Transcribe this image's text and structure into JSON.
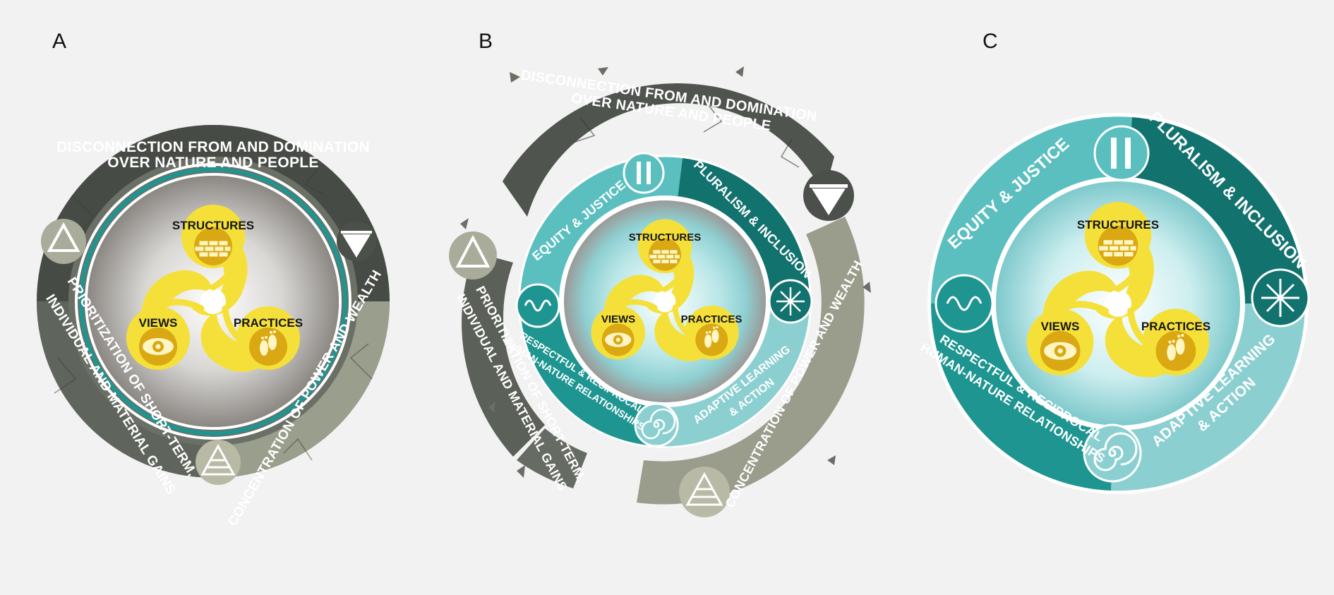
{
  "panels": {
    "a": {
      "label": "A",
      "drivers": {
        "top_line1": "DISCONNECTION FROM AND DOMINATION",
        "top_line2": "OVER NATURE AND PEOPLE",
        "left_line1": "PRIORITIZATION OF SHORT-TERM,",
        "left_line2": "INDIVIDUAL AND MATERIAL GAINS",
        "right": "CONCENTRATION OF POWER AND WEALTH"
      },
      "triskelion": {
        "structures": "STRUCTURES",
        "views": "VIEWS",
        "practices": "PRACTICES"
      }
    },
    "b": {
      "label": "B",
      "drivers": {
        "top_line1": "DISCONNECTION FROM AND DOMINATION",
        "top_line2": "OVER NATURE AND PEOPLE",
        "left_line1": "PRIORITIZATION OF SHORT-TERM,",
        "left_line2": "INDIVIDUAL AND MATERIAL GAINS",
        "right": "CONCENTRATION OF POWER AND WEALTH"
      },
      "principles": {
        "equity": "EQUITY & JUSTICE",
        "pluralism": "PLURALISM & INCLUSION",
        "respect_line1": "RESPECTFUL & RECIPROCAL",
        "respect_line2": "HUMAN-NATURE RELATIONSHIPS",
        "adaptive_line1": "ADAPTIVE LEARNING",
        "adaptive_line2": "& ACTION"
      },
      "triskelion": {
        "structures": "STRUCTURES",
        "views": "VIEWS",
        "practices": "PRACTICES"
      }
    },
    "c": {
      "label": "C",
      "principles": {
        "equity": "EQUITY & JUSTICE",
        "pluralism": "PLURALISM & INCLUSION",
        "respect_line1": "RESPECTFUL & RECIPROCAL",
        "respect_line2": "HUMAN-NATURE RELATIONSHIPS",
        "adaptive_line1": "ADAPTIVE LEARNING",
        "adaptive_line2": "& ACTION"
      },
      "triskelion": {
        "structures": "STRUCTURES",
        "views": "VIEWS",
        "practices": "PRACTICES"
      }
    }
  },
  "colors": {
    "background": "#f2f2f2",
    "driver_dark": "#4f544e",
    "driver_mid": "#6f766c",
    "driver_light": "#a3a693",
    "teal_light": "#5bbfbf",
    "teal_dark": "#12726e",
    "teal_mid": "#1e9590",
    "teal_pale": "#8ccfd1",
    "triskel_yellow": "#f5e03a",
    "triskel_gold": "#d9a812"
  },
  "icons": {
    "a": [
      "triangle-icon",
      "inverted-triangle-icon",
      "pyramid-icon"
    ],
    "b": [
      "triangle-icon",
      "inverted-triangle-icon",
      "pyramid-icon",
      "pillars-icon",
      "compass-star-icon",
      "wave-icon",
      "spiral-icon"
    ],
    "c": [
      "pillars-icon",
      "compass-star-icon",
      "wave-icon",
      "spiral-icon"
    ]
  }
}
